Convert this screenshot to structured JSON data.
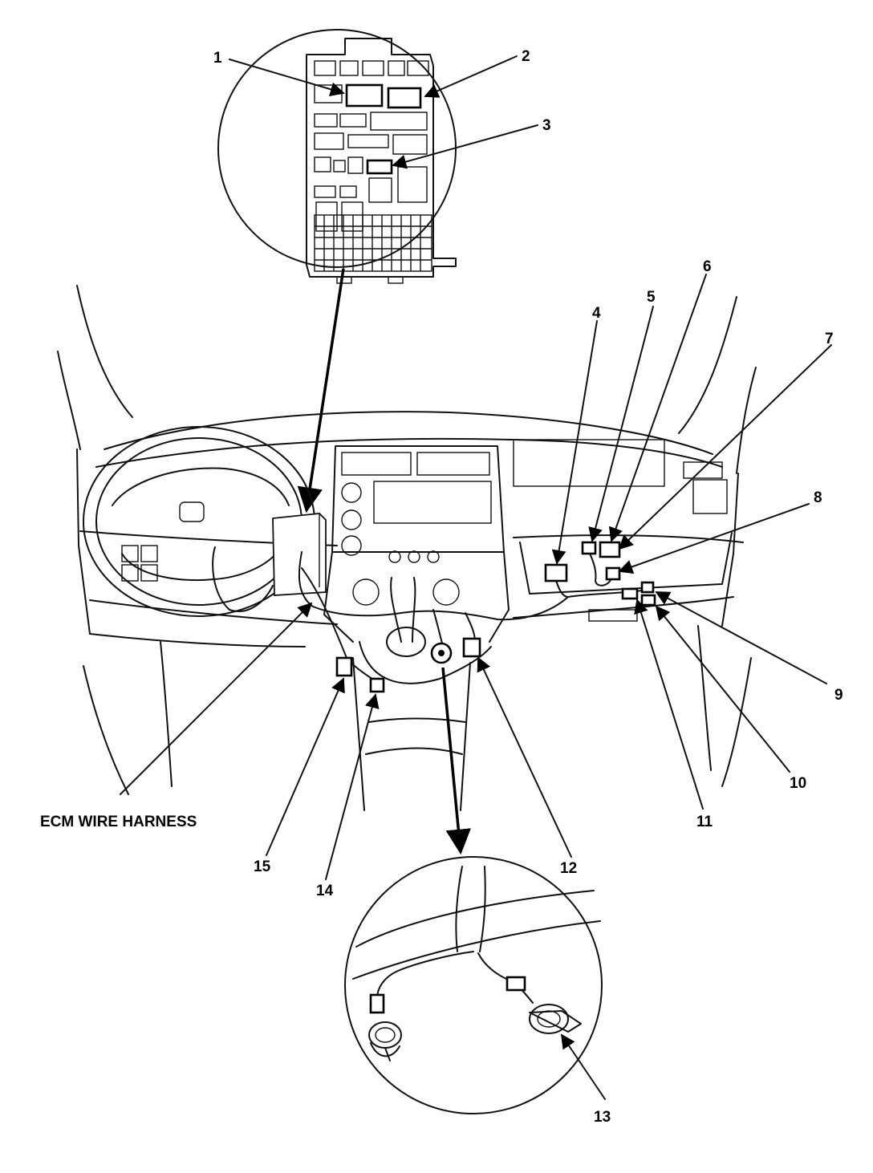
{
  "callouts": [
    {
      "id": "1",
      "label": "1"
    },
    {
      "id": "2",
      "label": "2"
    },
    {
      "id": "3",
      "label": "3"
    },
    {
      "id": "4",
      "label": "4"
    },
    {
      "id": "5",
      "label": "5"
    },
    {
      "id": "6",
      "label": "6"
    },
    {
      "id": "7",
      "label": "7"
    },
    {
      "id": "8",
      "label": "8"
    },
    {
      "id": "9",
      "label": "9"
    },
    {
      "id": "10",
      "label": "10"
    },
    {
      "id": "11",
      "label": "11"
    },
    {
      "id": "12",
      "label": "12"
    },
    {
      "id": "13",
      "label": "13"
    },
    {
      "id": "14",
      "label": "14"
    },
    {
      "id": "15",
      "label": "15"
    }
  ],
  "harness_label": "ECM WIRE HARNESS"
}
